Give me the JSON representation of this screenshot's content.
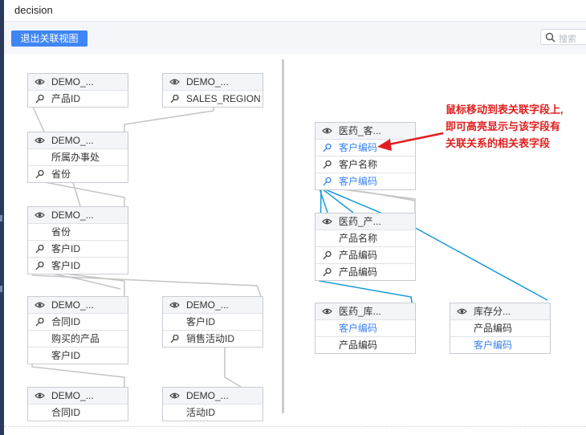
{
  "window": {
    "title": "decision"
  },
  "toolbar": {
    "exit_label": "退出关联视图",
    "search_placeholder": "搜索"
  },
  "annotation": {
    "lines": [
      "鼠标移动到表关联字段上,",
      "即可高亮显示与该字段有",
      "关联关系的相关表字段"
    ]
  },
  "left_tables": [
    {
      "title": "DEMO_...",
      "fields": [
        {
          "label": "产品ID",
          "key": true
        }
      ]
    },
    {
      "title": "DEMO_...",
      "fields": [
        {
          "label": "SALES_REGION",
          "key": true
        }
      ]
    },
    {
      "title": "DEMO_...",
      "fields": [
        {
          "label": "所属办事处",
          "key": false
        },
        {
          "label": "省份",
          "key": true
        }
      ]
    },
    {
      "title": "DEMO_...",
      "fields": [
        {
          "label": "省份",
          "key": false
        },
        {
          "label": "客户ID",
          "key": true
        },
        {
          "label": "客户ID",
          "key": true
        }
      ]
    },
    {
      "title": "DEMO_...",
      "fields": [
        {
          "label": "合同ID",
          "key": true
        },
        {
          "label": "购买的产品",
          "key": false
        },
        {
          "label": "客户ID",
          "key": false
        }
      ]
    },
    {
      "title": "DEMO_...",
      "fields": [
        {
          "label": "客户ID",
          "key": false
        },
        {
          "label": "销售活动ID",
          "key": true
        }
      ]
    },
    {
      "title": "DEMO_...",
      "fields": [
        {
          "label": "合同ID",
          "key": false
        }
      ]
    },
    {
      "title": "DEMO_...",
      "fields": [
        {
          "label": "活动ID",
          "key": false
        }
      ]
    }
  ],
  "right_tables": [
    {
      "title": "医药_客...",
      "fields": [
        {
          "label": "客户编码",
          "key": true,
          "hl": true
        },
        {
          "label": "客户名称",
          "key": true,
          "hl": false
        },
        {
          "label": "客户编码",
          "key": true,
          "hl": true
        }
      ]
    },
    {
      "title": "医药_产...",
      "fields": [
        {
          "label": "产品名称",
          "key": false,
          "hl": false
        },
        {
          "label": "产品编码",
          "key": true,
          "hl": false
        },
        {
          "label": "产品编码",
          "key": true,
          "hl": false
        }
      ]
    },
    {
      "title": "医药_库...",
      "fields": [
        {
          "label": "客户编码",
          "key": false,
          "hl": true
        },
        {
          "label": "产品编码",
          "key": false,
          "hl": false
        }
      ]
    },
    {
      "title": "库存分...",
      "fields": [
        {
          "label": "产品编码",
          "key": false,
          "hl": false
        },
        {
          "label": "客户编码",
          "key": false,
          "hl": true
        }
      ]
    }
  ],
  "colors": {
    "accent": "#3f86f5",
    "highlight_line": "#1a9ad8",
    "annotation": "#e02020",
    "connector": "#c4c4c4"
  },
  "icons": {
    "header": "eye-icon",
    "key_field": "key-icon"
  }
}
